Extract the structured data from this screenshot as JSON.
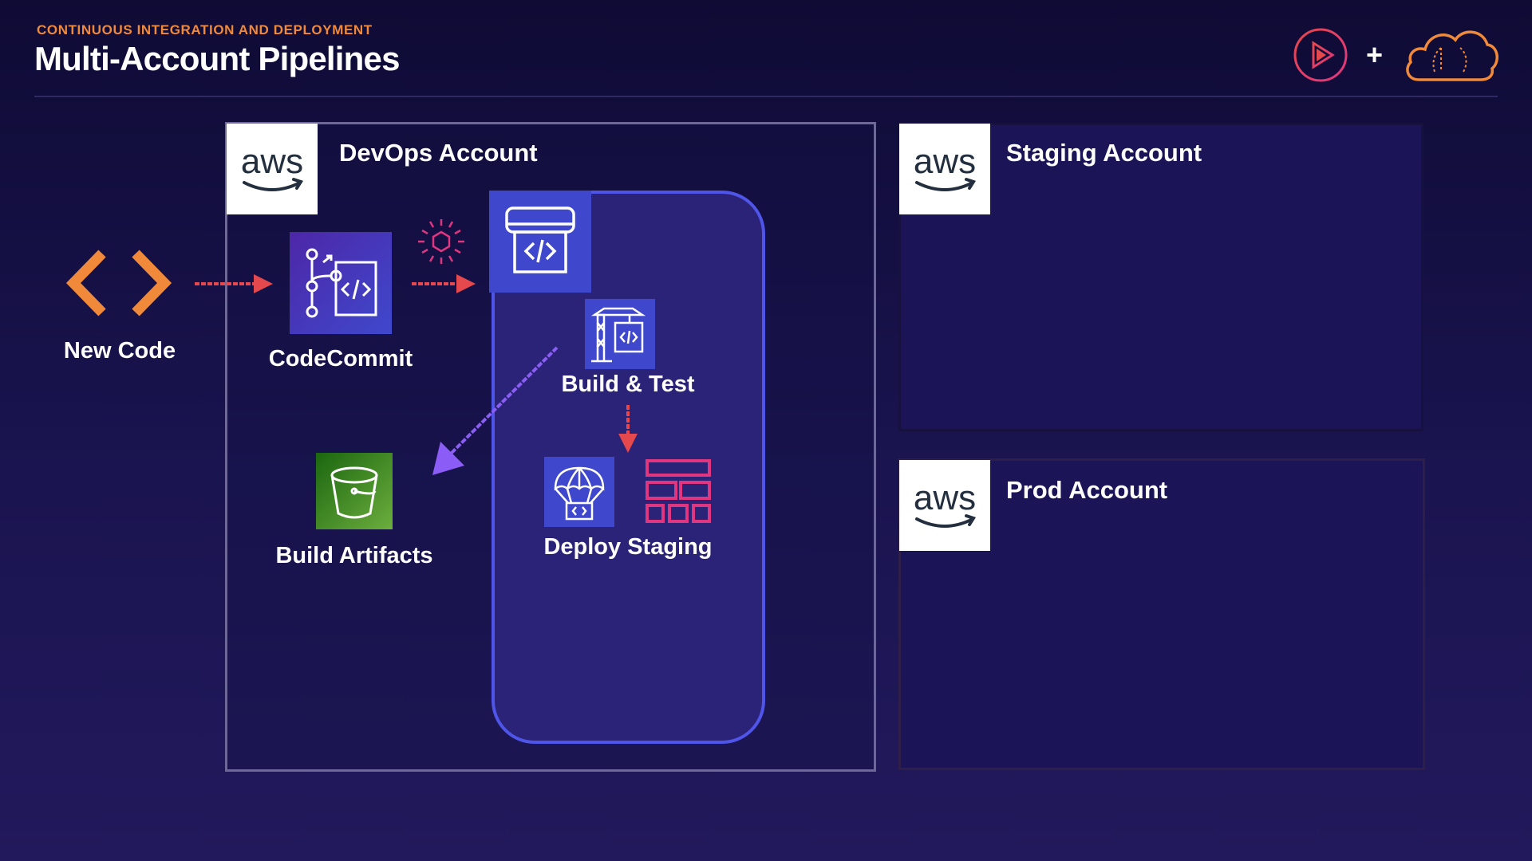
{
  "header": {
    "eyebrow": "CONTINUOUS INTEGRATION AND DEPLOYMENT",
    "title": "Multi-Account Pipelines"
  },
  "icons": {
    "source": "chevrons-code-icon",
    "codecommit": "codecommit-icon",
    "event": "event-hexagon-icon",
    "pipeline": "codepipeline-icon",
    "build": "codebuild-icon",
    "deploy": "codedeploy-icon",
    "staging_env": "environment-grid-icon",
    "artifacts": "s3-bucket-icon",
    "aws": "aws-logo-icon",
    "play": "play-logo-icon",
    "cloud": "cloud-logo-icon"
  },
  "diagram": {
    "new_code_label": "New Code",
    "codecommit_label": "CodeCommit",
    "build_test_label": "Build & Test",
    "deploy_staging_label": "Deploy Staging",
    "build_artifacts_label": "Build Artifacts",
    "plus": "+",
    "aws_text": "aws"
  },
  "accounts": {
    "devops": "DevOps Account",
    "staging": "Staging Account",
    "prod": "Prod Account"
  },
  "colors": {
    "accent_orange": "#f08a3a",
    "arrow_red": "#e5484d",
    "arrow_purple": "#8b5cf6",
    "aws_blue": "#3f48cc",
    "s3_green": "#3f8624",
    "pink": "#e0357f",
    "pipeline_border": "#4f55e8"
  }
}
